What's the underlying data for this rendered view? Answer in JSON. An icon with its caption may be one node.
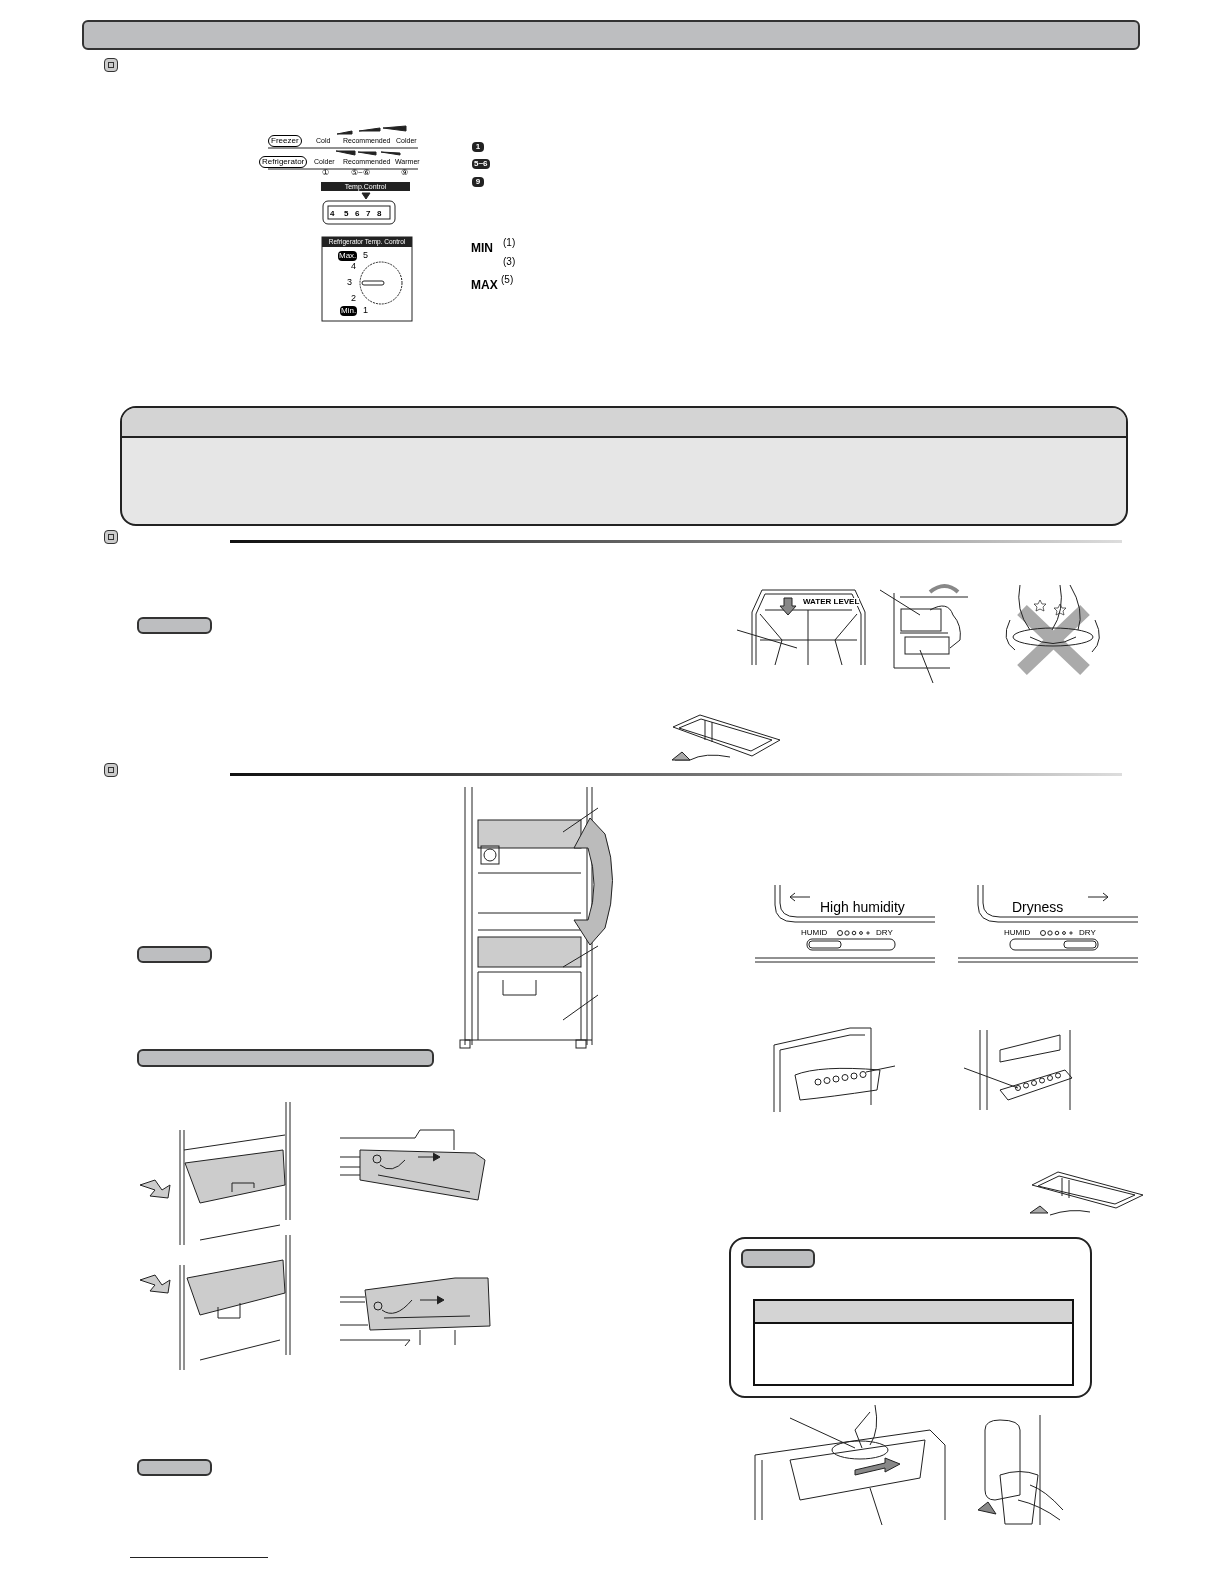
{
  "diagram": {
    "nodes": [
      {
        "text": [],
        "shape": "bar"
      },
      {
        "text": [],
        "shape": "box"
      },
      {
        "text": [],
        "shape": "bar"
      },
      {
        "text": [],
        "shape": "bar"
      },
      {
        "text": [],
        "shape": "bar"
      },
      {
        "text": [],
        "shape": "box"
      },
      {
        "text": [],
        "shape": "bar",
        "in": 5
      },
      {
        "text": [],
        "shape": "box",
        "in": 5
      },
      {
        "text": [],
        "shape": "bar"
      }
    ],
    "labels": [
      "Freezer",
      "Cold",
      "Recommended",
      "Colder",
      "Refrigerator",
      "Colder",
      "Recommended",
      "Warmer",
      "①",
      "⑤~⑥",
      "⑨",
      "Temp.Control",
      "4",
      "5",
      "6",
      "7",
      "8",
      "Refrigerator Temp. Control",
      "Max.",
      "5",
      "4",
      "3",
      "2",
      "Min.",
      "1",
      "1",
      "5~6",
      "9",
      "MIN",
      "(1)",
      "(3)",
      "MAX",
      "(5)",
      "WATER LEVEL",
      "High humidity",
      "Dryness",
      "HUMID",
      "DRY",
      "HUMID",
      "DRY"
    ]
  }
}
